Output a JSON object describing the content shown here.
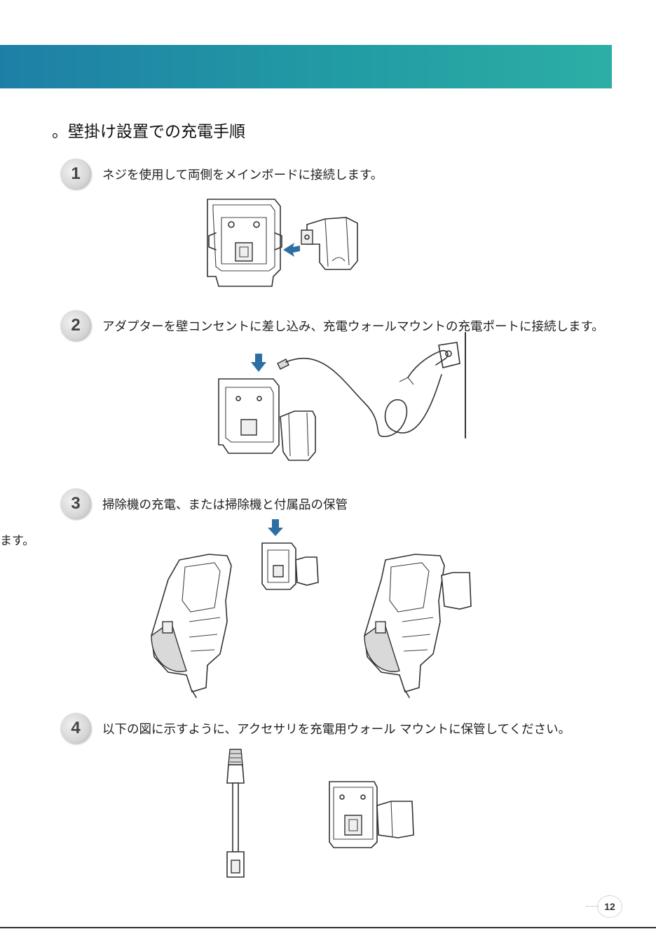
{
  "section": {
    "title": "。壁掛け設置での充電手順"
  },
  "side_fragment": "ます。",
  "steps": [
    {
      "number": "1",
      "text": "ネジを使用して両側をメインボードに接続します。"
    },
    {
      "number": "2",
      "text": "アダプターを壁コンセントに差し込み、充電ウォールマウントの充電ポートに接続します。"
    },
    {
      "number": "3",
      "text": "掃除機の充電、または掃除機と付属品の保管"
    },
    {
      "number": "4",
      "text": "以下の図に示すように、アクセサリを充電用ウォール マウントに保管してください。"
    }
  ],
  "page_number": "12",
  "colors": {
    "banner_start": "#1e7fa6",
    "banner_end": "#2caea5",
    "arrow": "#2e6fa3"
  }
}
